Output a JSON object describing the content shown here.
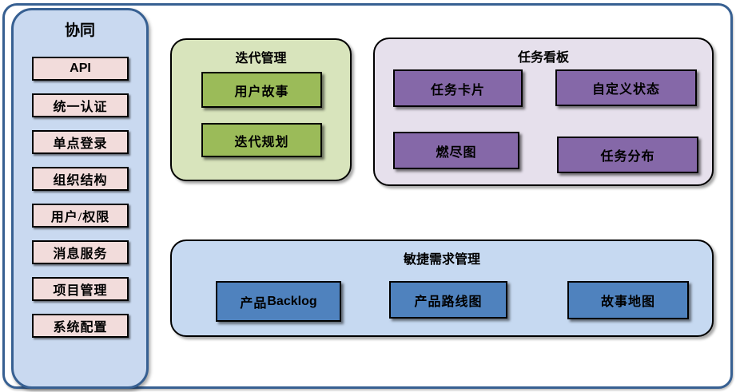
{
  "diagram": {
    "sidebar": {
      "title": "协同",
      "items": [
        "API",
        "统一认证",
        "单点登录",
        "组织结构",
        "用户/权限",
        "消息服务",
        "项目管理",
        "系统配置"
      ]
    },
    "groups": {
      "iteration": {
        "title": "迭代管理",
        "items": [
          "用户故事",
          "迭代规划"
        ]
      },
      "kanban": {
        "title": "任务看板",
        "items": [
          "任务卡片",
          "自定义状态",
          "燃尽图",
          "任务分布"
        ]
      },
      "requirements": {
        "title": "敏捷需求管理",
        "items": [
          "产品Backlog",
          "产品路线图",
          "故事地图"
        ]
      }
    },
    "colors": {
      "frame_border": "#376092",
      "sidebar_fill": "#c9d9f0",
      "sidebar_item_fill": "#f2dcdb",
      "iteration_fill": "#d8e4bc",
      "iteration_item_fill": "#9bbb59",
      "kanban_fill": "#e6e0ec",
      "kanban_item_fill": "#8568a8",
      "requirements_fill": "#c6d9f1",
      "requirements_item_fill": "#4f82be"
    }
  }
}
